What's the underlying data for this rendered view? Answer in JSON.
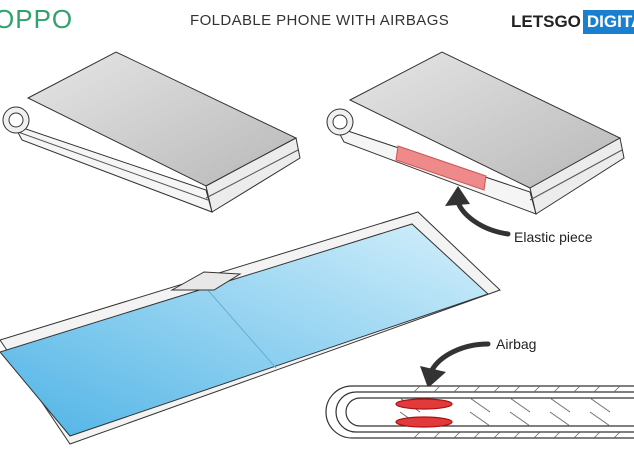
{
  "brand": {
    "logo_text": "OPPO",
    "color": "#2fa36b"
  },
  "title": "FOLDABLE PHONE WITH AIRBAGS",
  "site": {
    "part1": "LETSGO",
    "part2": "DIGITAL",
    "accent": "#1a7fcf"
  },
  "annotations": {
    "elastic_piece": "Elastic piece",
    "airbag": "Airbag"
  },
  "colors": {
    "screen": "#9fd6f0",
    "airbag": "#e23a3a",
    "elastic": "#ef8a8a",
    "outline": "#333333",
    "top_panel": "#d6d6d6"
  }
}
